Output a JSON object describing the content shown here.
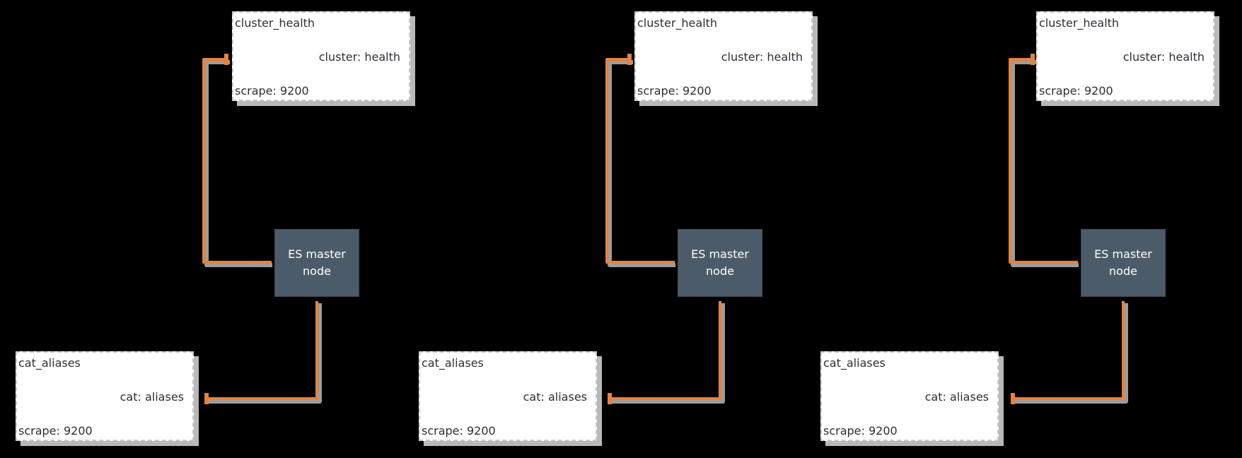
{
  "style": {
    "background": "#000000",
    "wire_color": "#e8823a",
    "wire_shadow": "#9c9c9c",
    "node_fill": "#4b5b69",
    "endpoint_fill": "#ffffff",
    "endpoint_border": "#c3c8cc"
  },
  "panels": [
    {
      "master": {
        "label": "ES master node"
      },
      "health": {
        "name": "cluster_health",
        "query": "cluster: health",
        "scrape": "scrape: 9200"
      },
      "aliases": {
        "name": "cat_aliases",
        "query": "cat: aliases",
        "scrape": "scrape: 9200"
      }
    },
    {
      "master": {
        "label": "ES master node"
      },
      "health": {
        "name": "cluster_health",
        "query": "cluster: health",
        "scrape": "scrape: 9200"
      },
      "aliases": {
        "name": "cat_aliases",
        "query": "cat: aliases",
        "scrape": "scrape: 9200"
      }
    },
    {
      "master": {
        "label": "ES master node"
      },
      "health": {
        "name": "cluster_health",
        "query": "cluster: health",
        "scrape": "scrape: 9200"
      },
      "aliases": {
        "name": "cat_aliases",
        "query": "cat: aliases",
        "scrape": "scrape: 9200"
      }
    }
  ]
}
